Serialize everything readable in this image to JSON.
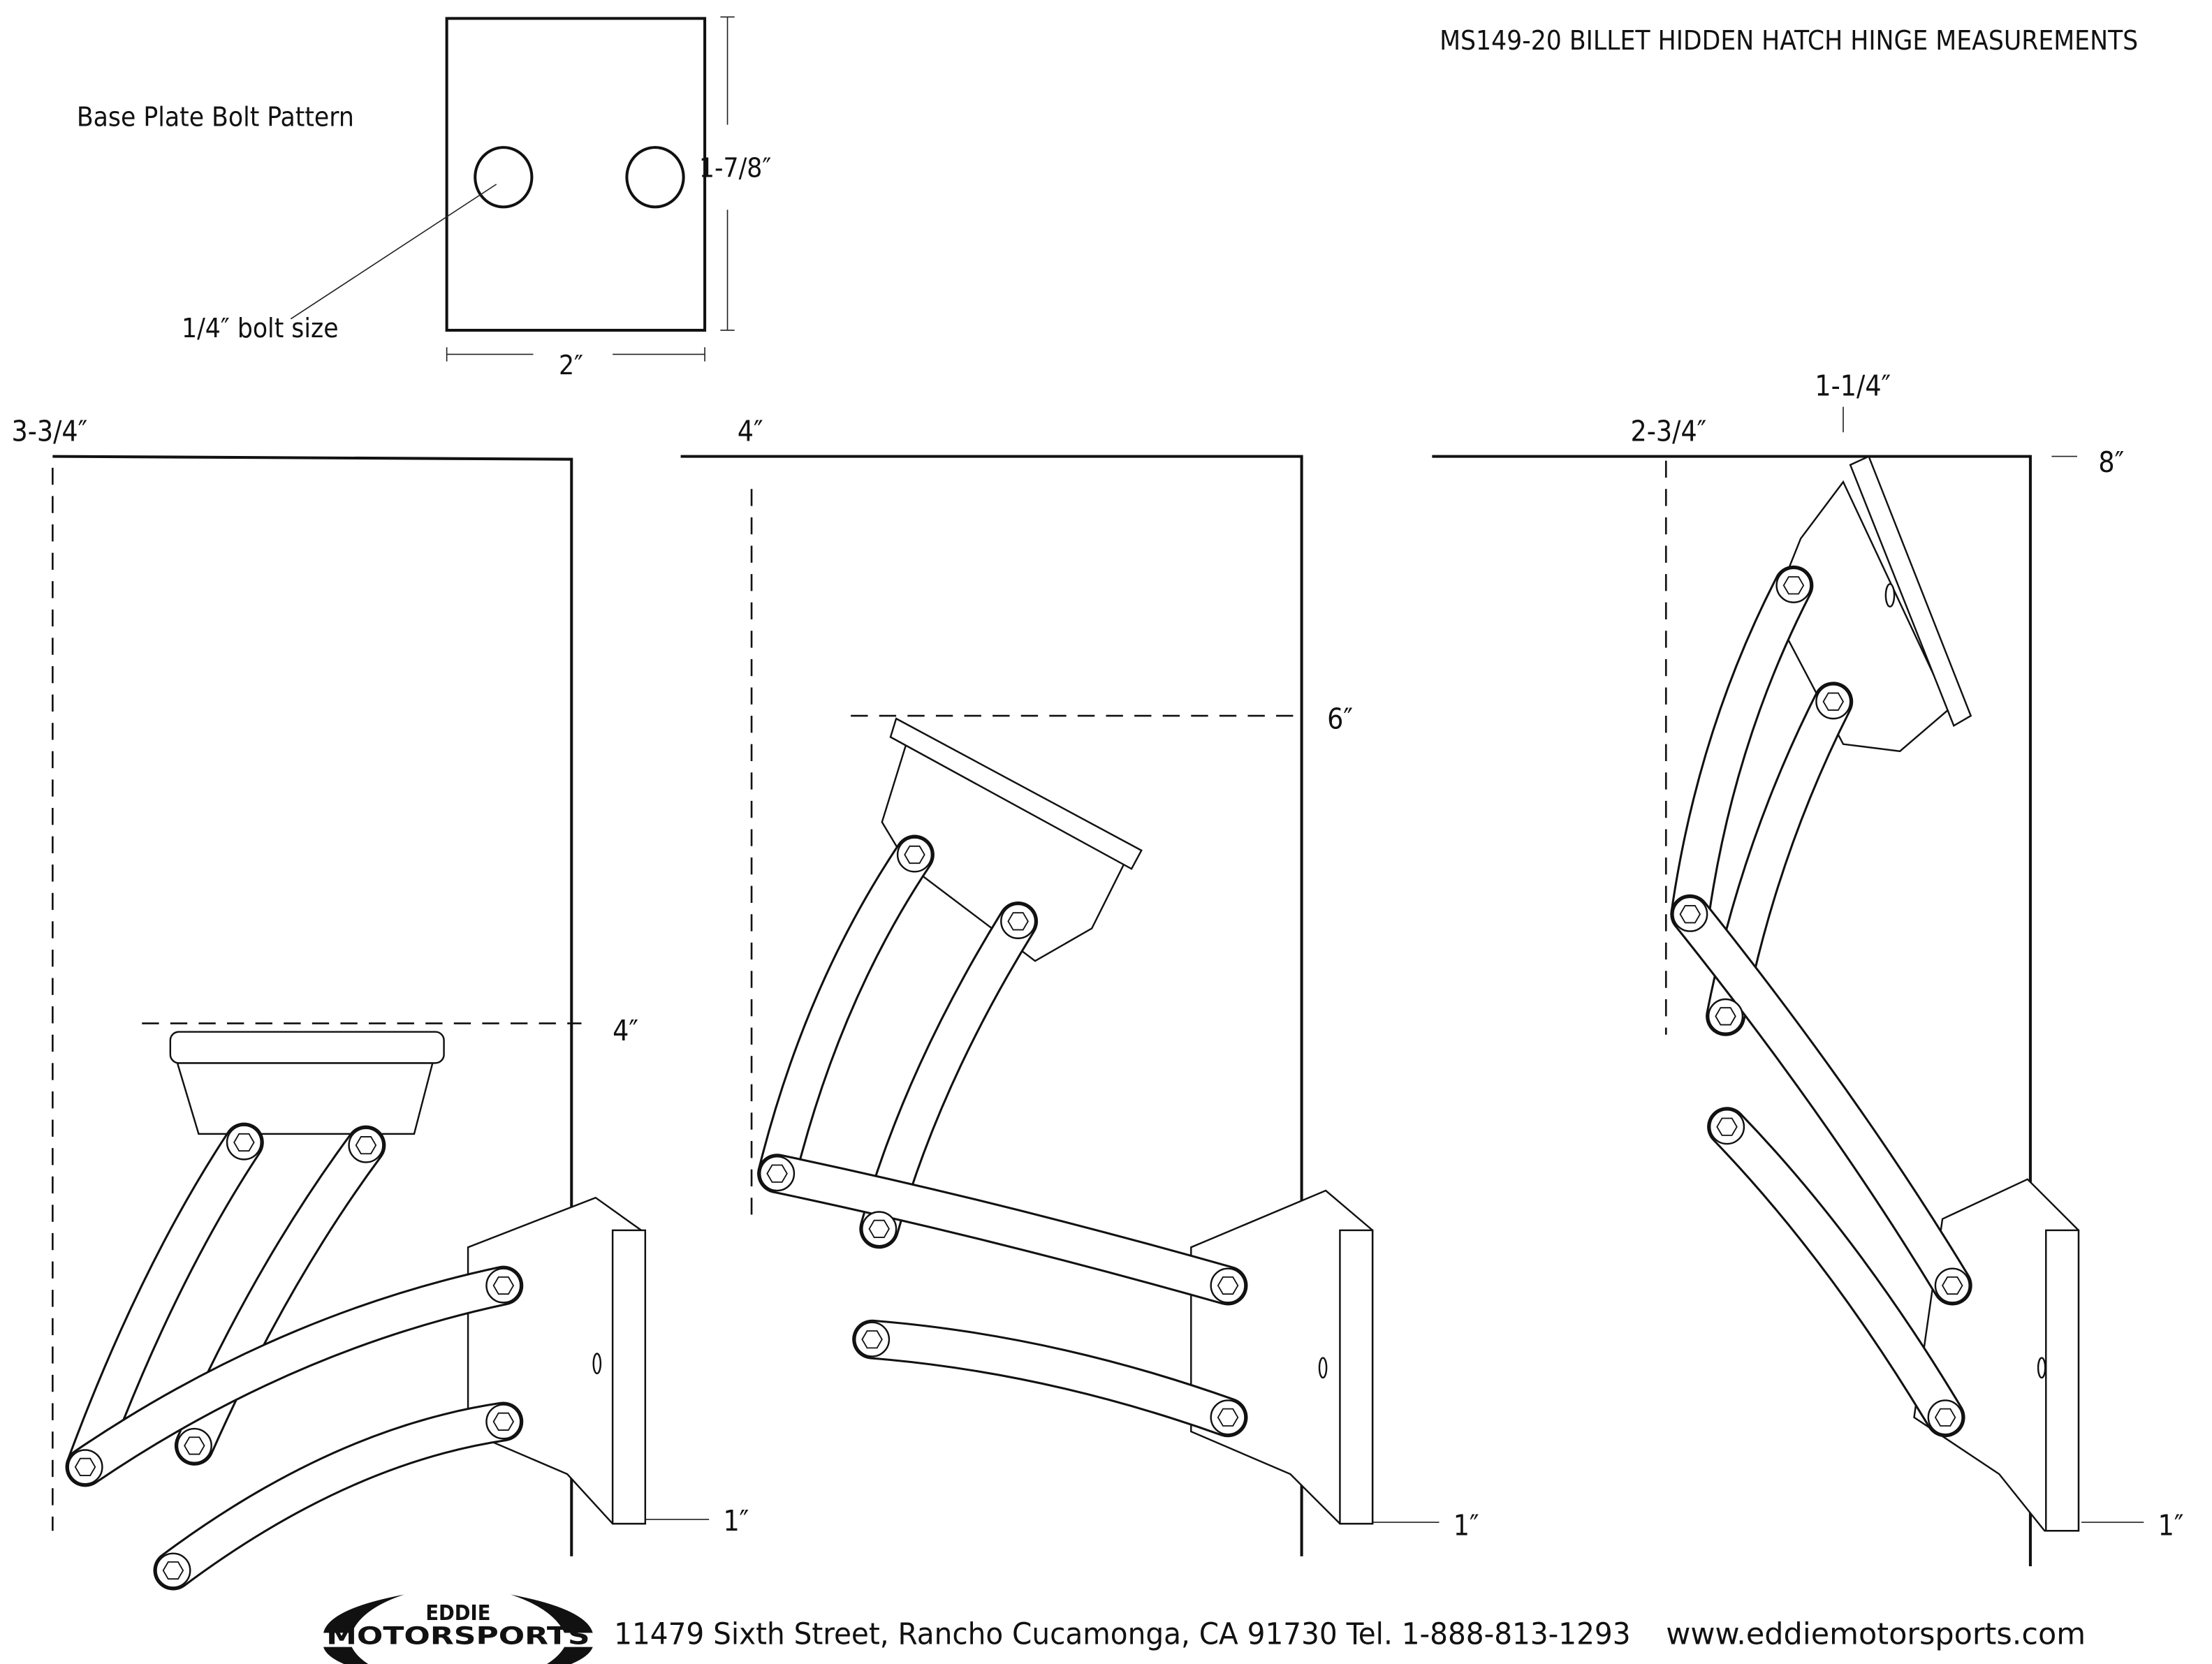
{
  "title": "MS149-20 BILLET HIDDEN HATCH HINGE MEASUREMENTS",
  "base_plate": {
    "label": "Base Plate Bolt Pattern",
    "bolt_size": "1/4″ bolt size",
    "height": "1-7/8″",
    "width": "2″"
  },
  "views": [
    {
      "top_width": "3-3/4″",
      "height": "4″",
      "base": "1″"
    },
    {
      "top_width": "4″",
      "height": "6″",
      "base": "1″"
    },
    {
      "top_width": "2-3/4″",
      "offset": "1-1/4″",
      "height": "8″",
      "base": "1″"
    }
  ],
  "footer": {
    "logo_line1": "EDDIE",
    "logo_line2": "MOTORSPORTS",
    "address": "11479 Sixth Street, Rancho Cucamonga, CA 91730 Tel. 1-888-813-1293",
    "website": "www.eddiemotorsports.com"
  }
}
